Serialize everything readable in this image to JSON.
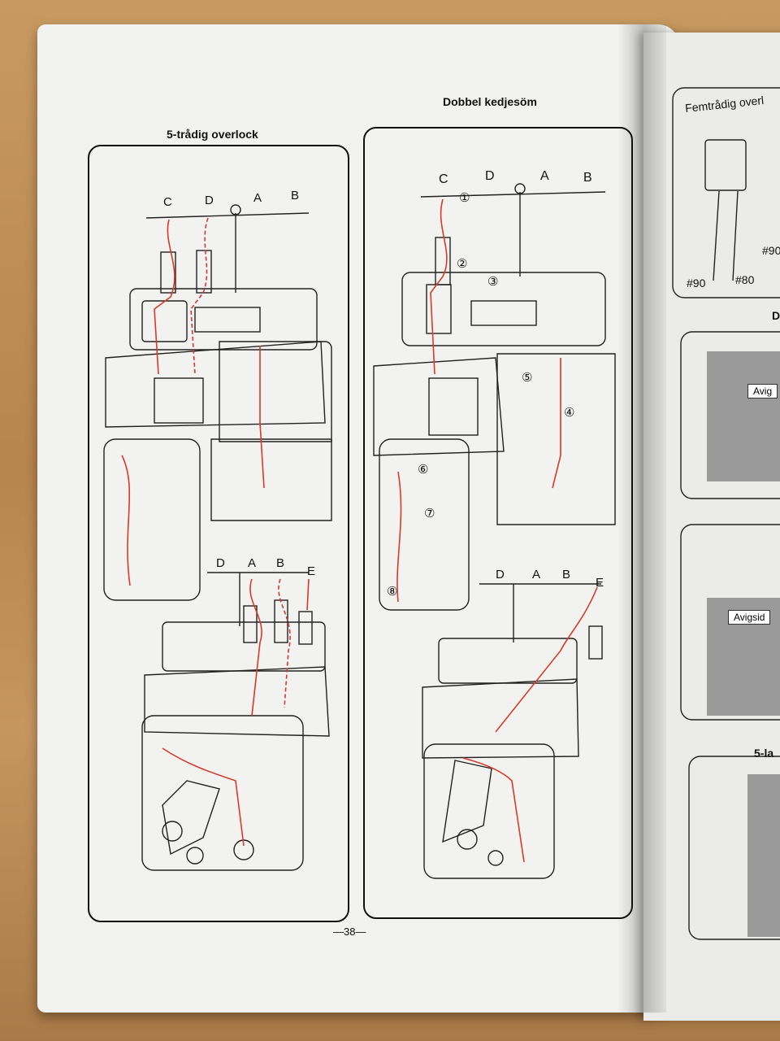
{
  "left_panel": {
    "title": "5-trådig overlock",
    "top_thread_labels": [
      "C",
      "D",
      "A",
      "B"
    ],
    "bottom_thread_labels": [
      "D",
      "A",
      "B",
      "E"
    ]
  },
  "middle_panel": {
    "title": "Dobbel kedjesöm",
    "top_thread_labels": [
      "C",
      "D",
      "A",
      "B"
    ],
    "bottom_thread_labels": [
      "D",
      "A",
      "B",
      "E"
    ],
    "step_numbers": [
      "①",
      "②",
      "③",
      "④",
      "⑤",
      "⑥",
      "⑦",
      "⑧"
    ]
  },
  "right_page": {
    "heading": "Femtrådig overl",
    "needle_labels": [
      "#90",
      "#80",
      "#90"
    ],
    "label_avig": "Avig",
    "label_avigsid": "Avigsid",
    "label_5la": "5-la",
    "label_d": "D"
  },
  "page_number": "—38—",
  "colors": {
    "thread": "#d83a2a",
    "line": "#222222",
    "paper": "#f2f2f0"
  }
}
